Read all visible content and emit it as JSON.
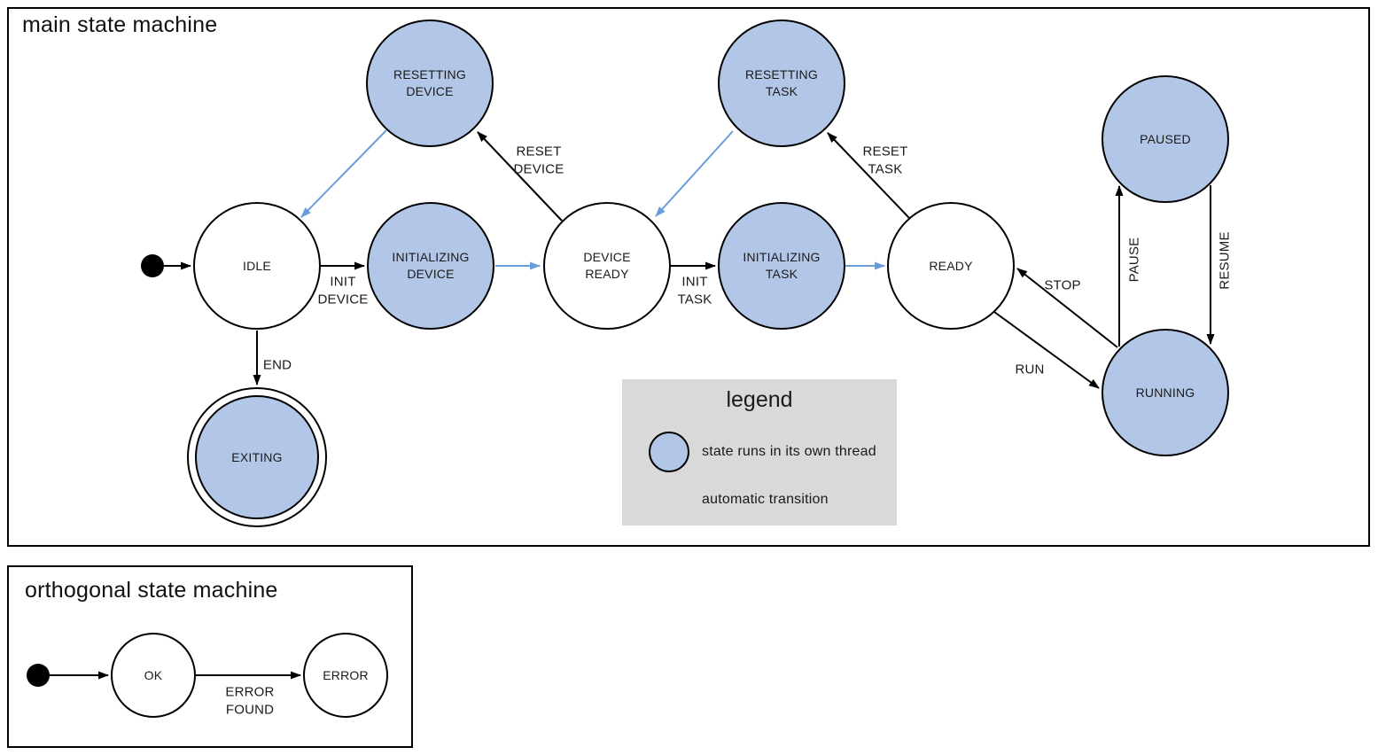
{
  "colors": {
    "threaded_state_fill": "#b2c7e8",
    "plain_state_fill": "#ffffff",
    "automatic_transition_arrow": "#6a9edb",
    "normal_transition_arrow": "#000000",
    "legend_background": "#d9d9d9",
    "outline": "#000000"
  },
  "main_machine": {
    "title": "main state machine",
    "states": {
      "resetting_device": {
        "label": "RESETTING\nDEVICE",
        "threaded": true
      },
      "resetting_task": {
        "label": "RESETTING\nTASK",
        "threaded": true
      },
      "paused": {
        "label": "PAUSED",
        "threaded": true
      },
      "idle": {
        "label": "IDLE",
        "threaded": false
      },
      "initializing_device": {
        "label": "INITIALIZING\nDEVICE",
        "threaded": true
      },
      "device_ready": {
        "label": "DEVICE\nREADY",
        "threaded": false
      },
      "initializing_task": {
        "label": "INITIALIZING\nTASK",
        "threaded": true
      },
      "ready": {
        "label": "READY",
        "threaded": false
      },
      "running": {
        "label": "RUNNING",
        "threaded": true
      },
      "exiting": {
        "label": "EXITING",
        "threaded": true,
        "final": true
      }
    },
    "transitions": {
      "init_device": {
        "label": "INIT\nDEVICE",
        "from": "IDLE",
        "to": "INITIALIZING DEVICE"
      },
      "reset_device": {
        "label": "RESET\nDEVICE",
        "from": "DEVICE READY",
        "to": "RESETTING DEVICE"
      },
      "init_task": {
        "label": "INIT\nTASK",
        "from": "DEVICE READY",
        "to": "INITIALIZING TASK"
      },
      "reset_task": {
        "label": "RESET\nTASK",
        "from": "READY",
        "to": "RESETTING TASK"
      },
      "run": {
        "label": "RUN",
        "from": "READY",
        "to": "RUNNING"
      },
      "stop": {
        "label": "STOP",
        "from": "RUNNING",
        "to": "READY"
      },
      "pause": {
        "label": "PAUSE",
        "from": "RUNNING",
        "to": "PAUSED"
      },
      "resume": {
        "label": "RESUME",
        "from": "PAUSED",
        "to": "RUNNING"
      },
      "end": {
        "label": "END",
        "from": "IDLE",
        "to": "EXITING"
      }
    }
  },
  "legend": {
    "title": "legend",
    "items": [
      {
        "swatch": "threaded-state-circle",
        "label": "state runs in its own thread"
      },
      {
        "swatch": "automatic-transition-arrow",
        "label": "automatic transition"
      }
    ]
  },
  "orthogonal_machine": {
    "title": "orthogonal state machine",
    "states": {
      "ok": {
        "label": "OK",
        "threaded": false
      },
      "error": {
        "label": "ERROR",
        "threaded": false
      }
    },
    "transitions": {
      "error_found": {
        "label": "ERROR\nFOUND",
        "from": "OK",
        "to": "ERROR"
      }
    }
  }
}
